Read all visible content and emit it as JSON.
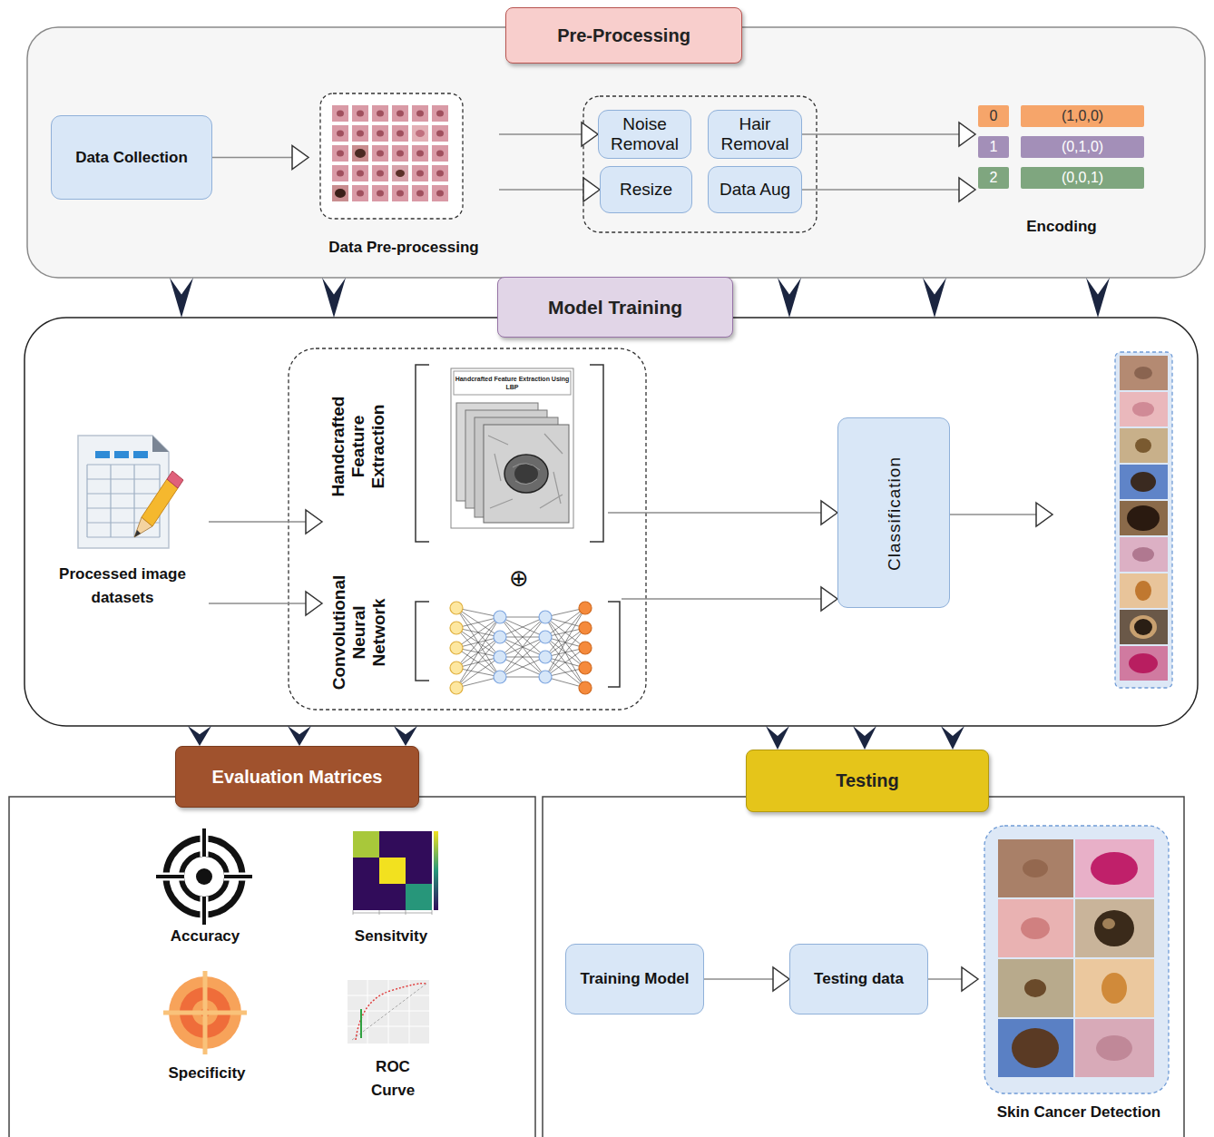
{
  "diagram": {
    "nodes": [
      {
        "text": [
          "Pre-Processing"
        ]
      },
      {
        "text": [
          "Data Collection"
        ],
        "in": 0
      },
      {
        "text": [
          "Data Pre-processing"
        ],
        "in": 0
      },
      {
        "text": [
          "Noise Removal"
        ],
        "in": 0
      },
      {
        "text": [
          "Hair Removal"
        ],
        "in": 0
      },
      {
        "text": [
          "Resize"
        ],
        "in": 0
      },
      {
        "text": [
          "Data Aug"
        ],
        "in": 0
      },
      {
        "text": [
          "Encoding"
        ],
        "in": 0
      },
      {
        "text": [
          "0"
        ],
        "in": 7
      },
      {
        "text": [
          "(1,0,0)"
        ],
        "in": 7
      },
      {
        "text": [
          "1"
        ],
        "in": 7
      },
      {
        "text": [
          "(0,1,0)"
        ],
        "in": 7
      },
      {
        "text": [
          "2"
        ],
        "in": 7
      },
      {
        "text": [
          "(0,0,1)"
        ],
        "in": 7
      },
      {
        "text": [
          "Model Training"
        ]
      },
      {
        "text": [
          "Processed image datasets"
        ],
        "in": 14
      },
      {
        "text": [
          "Handcrafted Feature Extraction",
          "Handcrafted Feature Extraction Using LBP"
        ],
        "in": 14
      },
      {
        "text": [
          "Convolutional Neural Network"
        ],
        "in": 14
      },
      {
        "text": [
          "Classification"
        ],
        "in": 14
      },
      {
        "text": [
          "Evaluation Matrices"
        ]
      },
      {
        "text": [
          "Testing"
        ]
      },
      {
        "text": [
          "Training Model"
        ],
        "in": 20
      },
      {
        "text": [
          "Testing data"
        ],
        "in": 20
      },
      {
        "text": [
          "Skin Cancer Detection"
        ],
        "in": 20
      }
    ],
    "edges": [
      {
        "from": 1,
        "to": 2,
        "arrow": "to"
      },
      {
        "from": 2,
        "to": 3,
        "arrow": "to"
      },
      {
        "from": 2,
        "to": 5,
        "arrow": "to"
      },
      {
        "from": 4,
        "to": 7,
        "arrow": "to"
      },
      {
        "from": 6,
        "to": 7,
        "arrow": "to"
      },
      {
        "from": 0,
        "to": 14,
        "arrow": "to"
      },
      {
        "from": 15,
        "to": 16,
        "arrow": "to"
      },
      {
        "from": 15,
        "to": 17,
        "arrow": "to"
      },
      {
        "from": 16,
        "to": 18,
        "arrow": "to"
      },
      {
        "from": 17,
        "to": 18,
        "arrow": "to"
      },
      {
        "from": 14,
        "to": 19,
        "arrow": "to"
      },
      {
        "from": 14,
        "to": 20,
        "arrow": "to"
      },
      {
        "from": 21,
        "to": 22,
        "arrow": "to"
      },
      {
        "from": 22,
        "to": 23,
        "arrow": "to"
      }
    ],
    "labels": [
      "⊕",
      "Accuracy",
      "Sensitvity",
      "Specificity",
      "ROC Curve"
    ]
  }
}
